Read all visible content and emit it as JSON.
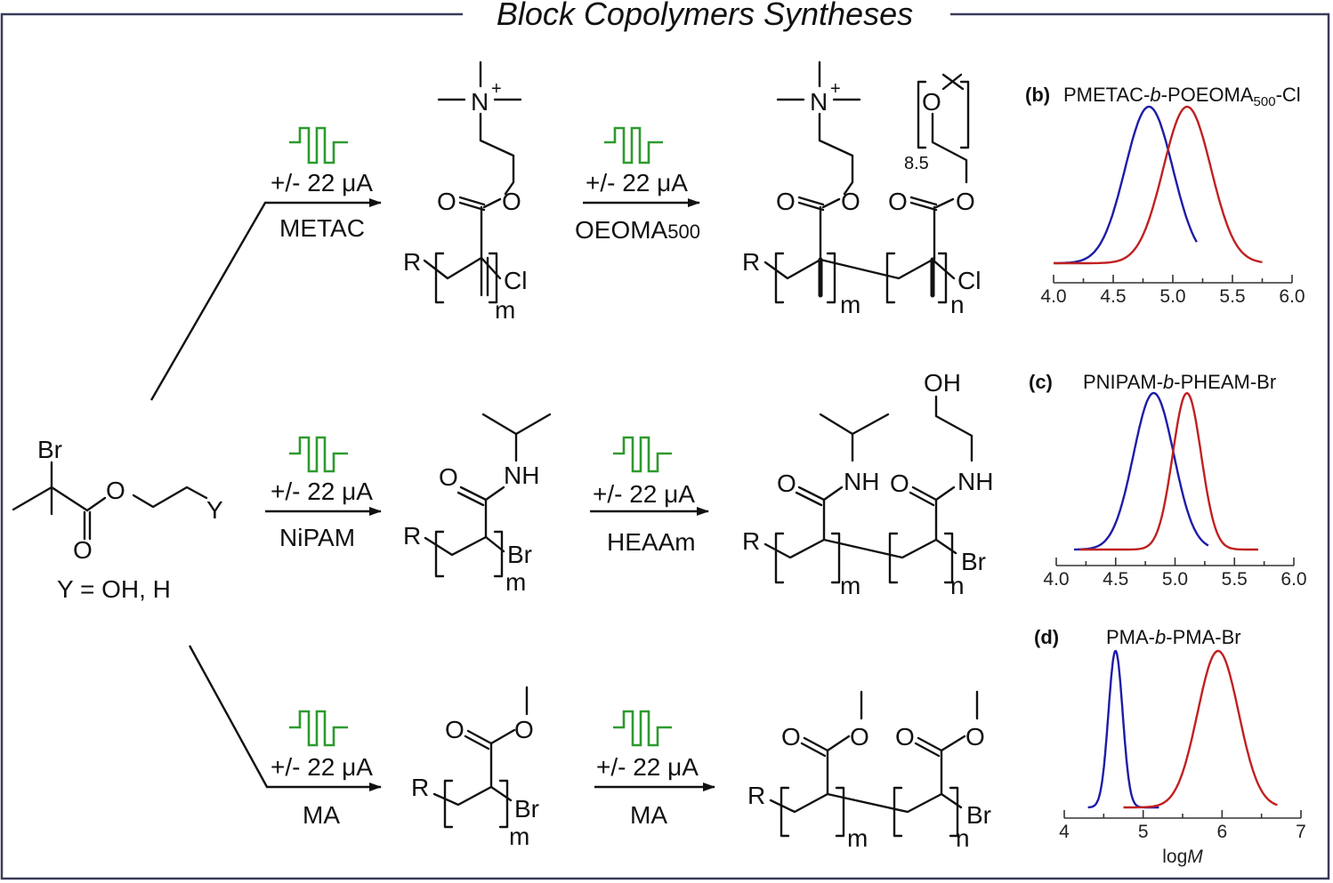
{
  "title": "Block Copolymers Syntheses",
  "colors": {
    "waveform": "#2e9a2e",
    "first_block": "#1c1ca8",
    "copolymer": "#c02020",
    "frame": "#3a3a5a"
  },
  "initiator": {
    "br": "Br",
    "o_ester": "O",
    "o_carbonyl": "O",
    "y": "Y",
    "caption": "Y = OH, H"
  },
  "current_label": "+/- 22 μA",
  "rows": [
    {
      "step1": {
        "current": "+/- 22 μA",
        "monomer": "METAC"
      },
      "block1": {
        "r": "R",
        "end": "Cl",
        "index": "m",
        "n_plus": "N",
        "plus": "+",
        "o1": "O",
        "o2": "O"
      },
      "step2": {
        "current": "+/- 22 μA",
        "monomer": "OEOMA",
        "monomer_sub": "500"
      },
      "copolymer": {
        "r": "R",
        "end": "Cl",
        "index_m": "m",
        "index_n": "n",
        "n_plus": "N",
        "plus": "+",
        "peg_count": "8.5",
        "o": "O"
      }
    },
    {
      "step1": {
        "current": "+/- 22 μA",
        "monomer": "NiPAM"
      },
      "block1": {
        "r": "R",
        "end": "Br",
        "index": "m",
        "nh": "NH",
        "o": "O"
      },
      "step2": {
        "current": "+/- 22 μA",
        "monomer": "HEAAm"
      },
      "copolymer": {
        "r": "R",
        "end": "Br",
        "index_m": "m",
        "index_n": "n",
        "nh": "NH",
        "oh": "OH",
        "o": "O"
      }
    },
    {
      "step1": {
        "current": "+/- 22 μA",
        "monomer": "MA"
      },
      "block1": {
        "r": "R",
        "end": "Br",
        "index": "m",
        "o": "O"
      },
      "step2": {
        "current": "+/- 22 μA",
        "monomer": "MA"
      },
      "copolymer": {
        "r": "R",
        "end": "Br",
        "index_m": "m",
        "index_n": "n",
        "o": "O"
      }
    }
  ],
  "chart_data": [
    {
      "type": "line",
      "panel_label": "(b)",
      "title_parts": [
        "PMETAC-",
        "b",
        "-POEOMA",
        "500",
        "-Cl"
      ],
      "xlim": [
        4.0,
        6.0
      ],
      "xticks": [
        "4.0",
        "4.5",
        "5.0",
        "5.5",
        "6.0"
      ],
      "xlabel": "",
      "series": [
        {
          "color": "#1c1ca8",
          "peak_x": 4.8,
          "sigma": 0.2,
          "x_range": [
            4.0,
            5.2
          ]
        },
        {
          "color": "#c02020",
          "peak_x": 5.12,
          "sigma": 0.2,
          "x_range": [
            4.0,
            5.75
          ]
        }
      ]
    },
    {
      "type": "line",
      "panel_label": "(c)",
      "title_parts": [
        "PNIPAM-",
        "b",
        "-PHEAM-Br"
      ],
      "xlim": [
        4.0,
        6.0
      ],
      "xticks": [
        "4.0",
        "4.5",
        "5.0",
        "5.5",
        "6.0"
      ],
      "xlabel": "",
      "series": [
        {
          "color": "#1c1ca8",
          "peak_x": 4.82,
          "sigma": 0.17,
          "x_range": [
            4.15,
            5.28
          ]
        },
        {
          "color": "#c02020",
          "peak_x": 5.1,
          "sigma": 0.12,
          "x_range": [
            4.2,
            5.7
          ]
        }
      ]
    },
    {
      "type": "line",
      "panel_label": "(d)",
      "title_parts": [
        "PMA-",
        "b",
        "-PMA-Br"
      ],
      "xlim": [
        4,
        7
      ],
      "xticks": [
        "4",
        "5",
        "6",
        "7"
      ],
      "xlabel": "logM",
      "series": [
        {
          "color": "#1c1ca8",
          "peak_x": 4.65,
          "sigma": 0.09,
          "x_range": [
            4.3,
            5.2
          ]
        },
        {
          "color": "#c02020",
          "peak_x": 5.95,
          "sigma": 0.26,
          "x_range": [
            4.75,
            6.7
          ]
        }
      ]
    }
  ]
}
